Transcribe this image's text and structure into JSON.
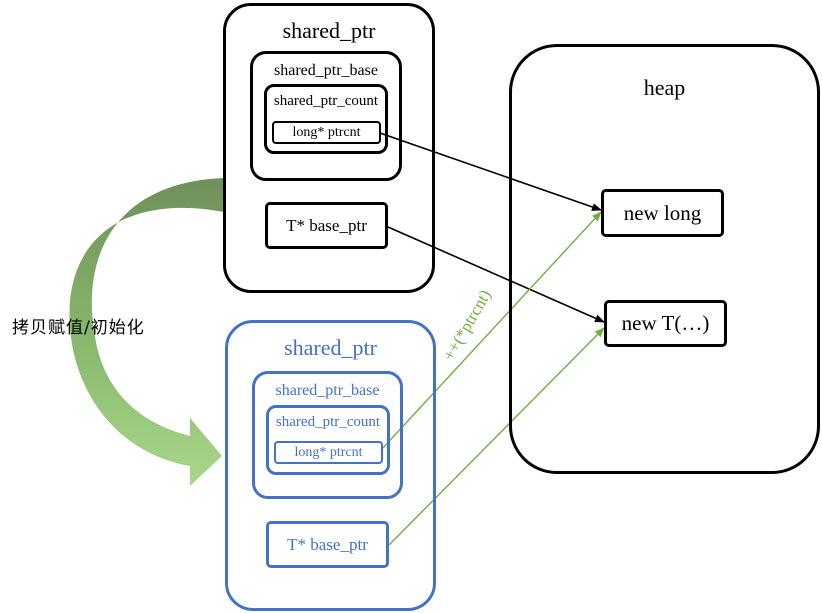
{
  "top": {
    "title": "shared_ptr",
    "base_title": "shared_ptr_base",
    "count_title": "shared_ptr_count",
    "field": "long* ptrcnt",
    "base_ptr": "T* base_ptr"
  },
  "bottom": {
    "title": "shared_ptr",
    "base_title": "shared_ptr_base",
    "count_title": "shared_ptr_count",
    "field": "long* ptrcnt",
    "base_ptr": "T* base_ptr"
  },
  "heap": {
    "title": "heap",
    "item_long": "new long",
    "item_t": "new T(…)"
  },
  "labels": {
    "copy_init": "拷贝赋值/初始化",
    "increment": "++(*ptrcnt)"
  },
  "colors": {
    "black": "#000000",
    "blue": "#4472c4",
    "green": "#70ad47"
  }
}
